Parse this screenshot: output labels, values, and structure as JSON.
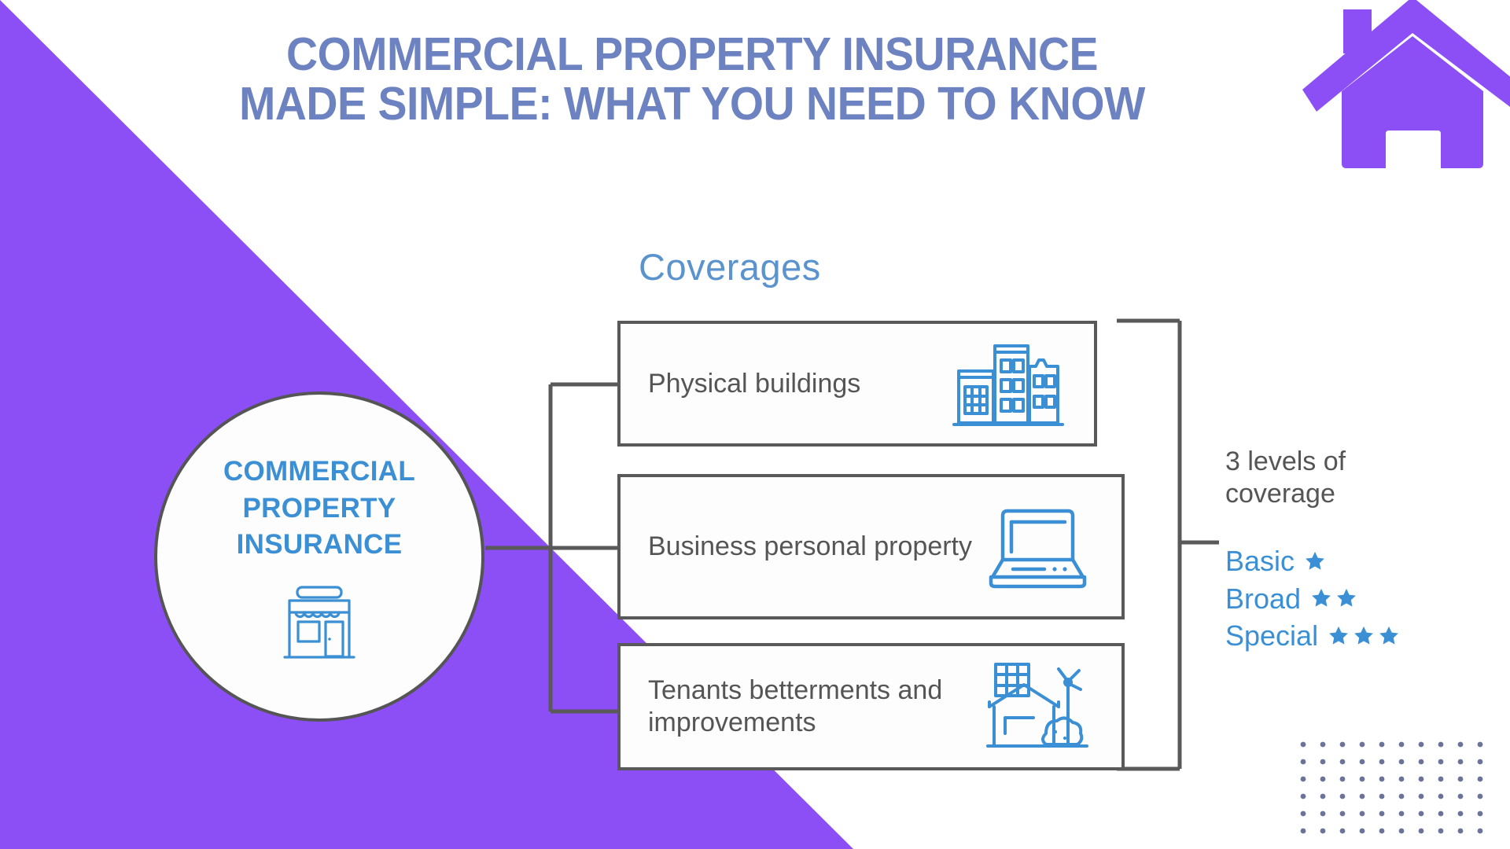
{
  "title": {
    "line1": "COMMERCIAL PROPERTY INSURANCE",
    "line2": "MADE SIMPLE: WHAT YOU NEED TO KNOW",
    "color": "#6d82c0"
  },
  "brand": {
    "logo_icon": "house-icon",
    "accent_color": "#8b4ff5"
  },
  "center": {
    "label_line1": "COMMERCIAL",
    "label_line2": "PROPERTY",
    "label_line3": "INSURANCE",
    "icon": "storefront-icon",
    "text_color": "#3b8fd4"
  },
  "diagram": {
    "section_label": "Coverages",
    "section_label_color": "#5b93ce",
    "boxes": [
      {
        "label": "Physical buildings",
        "icon": "buildings-icon"
      },
      {
        "label": "Business personal property",
        "icon": "laptop-icon"
      },
      {
        "label": "Tenants betterments and improvements",
        "icon": "eco-house-icon"
      }
    ]
  },
  "levels": {
    "heading": "3 levels of coverage",
    "items": [
      {
        "name": "Basic",
        "stars": 1
      },
      {
        "name": "Broad",
        "stars": 2
      },
      {
        "name": "Special",
        "stars": 3
      }
    ],
    "text_color": "#3b8fd4",
    "heading_color": "#555555"
  },
  "decor": {
    "dot_grid_color": "#6b7399",
    "dot_rows": 6,
    "dot_cols": 10
  }
}
